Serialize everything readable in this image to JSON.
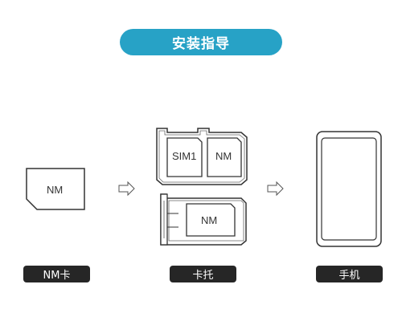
{
  "title": "安装指导",
  "cards": {
    "nm_card_text": "NM",
    "tray_sim_text": "SIM1",
    "tray_nm_text_top": "NM",
    "tray_nm_text_bottom": "NM"
  },
  "labels": {
    "nm_card": "NM卡",
    "tray": "卡托",
    "phone": "手机"
  },
  "colors": {
    "title_bg": "#27a2c6",
    "label_bg": "#262626",
    "line": "#333333"
  },
  "icons": [
    "arrow-right-icon",
    "arrow-right-icon"
  ]
}
